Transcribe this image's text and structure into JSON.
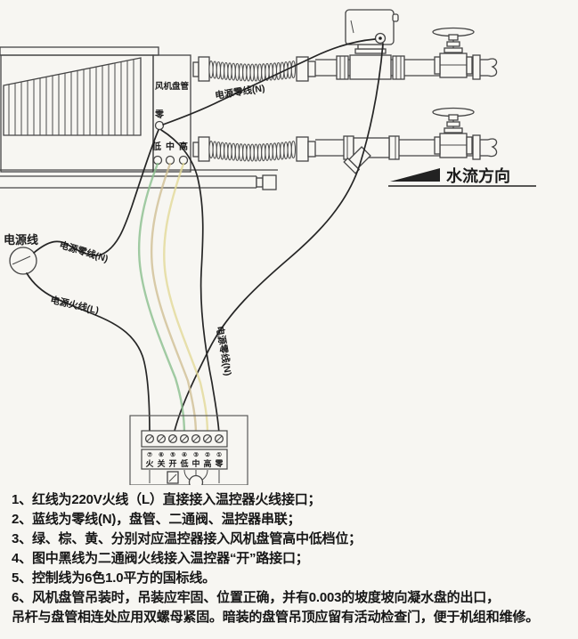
{
  "diagram": {
    "fan_coil_label": "风机盘管",
    "terminal_zero": "零",
    "terminal_low": "低",
    "terminal_mid": "中",
    "terminal_high": "高",
    "power_cord_label": "电源线",
    "neutral_label_left": "电源零线(N)",
    "live_label_left": "电源火线(L)",
    "neutral_label_top": "电源零线(N)",
    "neutral_label_mid": "电源零线(N)",
    "water_flow_label": "水流方向",
    "wire_colors": {
      "green": "#8abf8d",
      "brown": "#cfbf93",
      "yellow": "#e2da97",
      "black": "#262626"
    }
  },
  "thermostat": {
    "terminals": [
      {
        "num": "⑦",
        "label": "火"
      },
      {
        "num": "⑥",
        "label": "关"
      },
      {
        "num": "⑤",
        "label": "开"
      },
      {
        "num": "④",
        "label": "低"
      },
      {
        "num": "③",
        "label": "中"
      },
      {
        "num": "②",
        "label": "高"
      },
      {
        "num": "①",
        "label": "零"
      }
    ]
  },
  "notes": {
    "lines": [
      "1、红线为220V火线（L）直接接入温控器火线接口；",
      "2、蓝线为零线(N)，盘管、二通阀、温控器串联；",
      "3、绿、棕、黄、分别对应温控器接入风机盘管高中低档位；",
      "4、图中黑线为二通阀火线接入温控器“开”路接口；",
      "5、控制线为6色1.0平方的国标线。",
      "6、风机盘管吊装时，吊装应牢固、位置正确，并有0.003的坡度坡向凝水盘的出口，",
      "吊杆与盘管相连处应用双螺母紧固。暗装的盘管吊顶应留有活动检查门，便于机组和维修。"
    ]
  }
}
